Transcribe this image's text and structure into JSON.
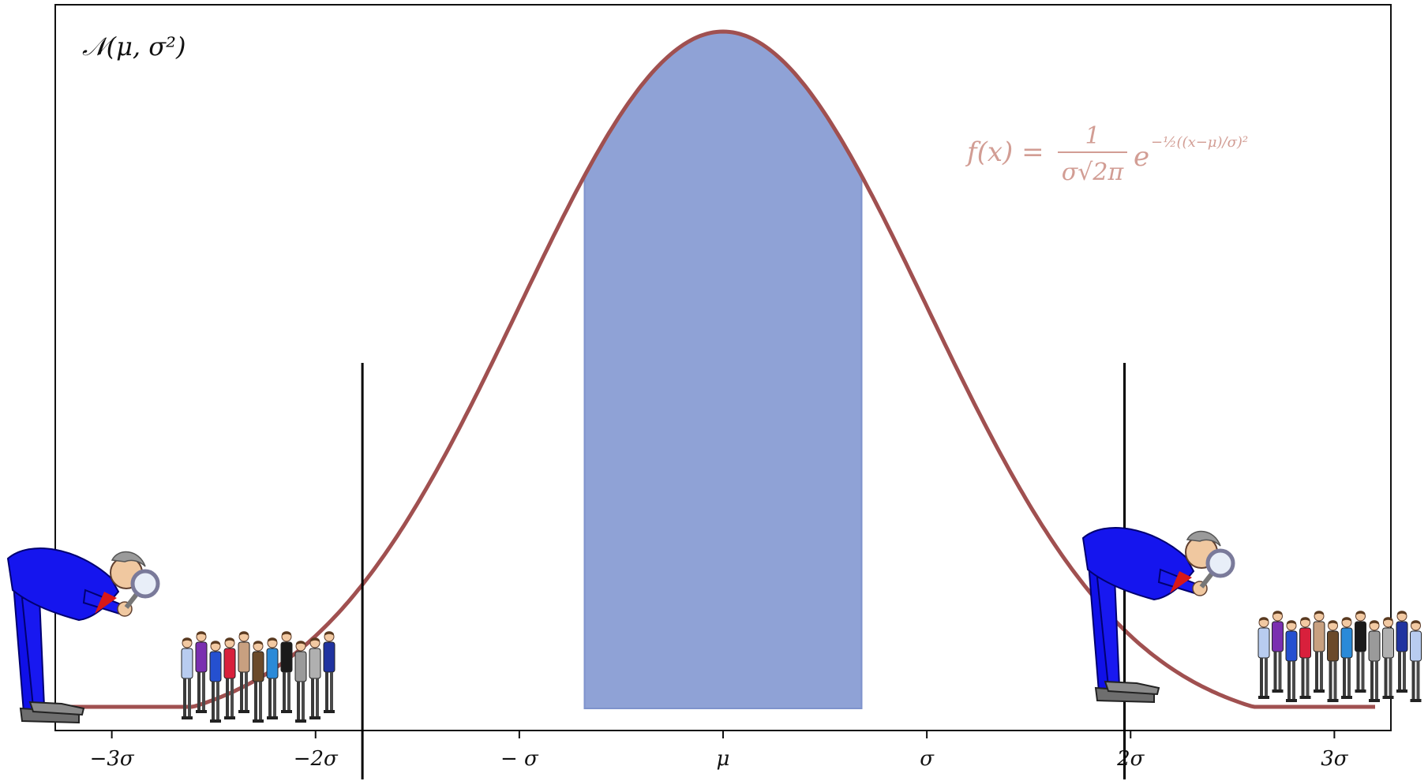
{
  "chart_data": {
    "type": "area",
    "title": "𝒩(μ, σ²)",
    "formula": {
      "lhs": "f(x) =",
      "numerator": "1",
      "denominator": "σ√2π",
      "exp_base": "e",
      "exponent": "−½((x−μ)/σ)²"
    },
    "x_ticks": [
      {
        "value": -3,
        "label": "−3σ"
      },
      {
        "value": -2,
        "label": "−2σ"
      },
      {
        "value": -1,
        "label": "− σ"
      },
      {
        "value": 0,
        "label": "μ"
      },
      {
        "value": 1,
        "label": "σ"
      },
      {
        "value": 2,
        "label": "2σ"
      },
      {
        "value": 3,
        "label": "3σ"
      }
    ],
    "xlim": [
      -3.2,
      3.2
    ],
    "ylim": [
      0,
      0.4
    ],
    "shaded_interval": [
      -0.68,
      0.68
    ],
    "critical_lines": [
      -1.77,
      1.97
    ],
    "colors": {
      "curve": "#a05050",
      "shade": "#8fa2d6",
      "shade_edge": "#7f93cc",
      "formula": "#d29d94",
      "axis": "#111111"
    },
    "icons": {
      "inspector": "inspector-magnifier-icon",
      "crowd": "people-crowd-icon"
    }
  }
}
